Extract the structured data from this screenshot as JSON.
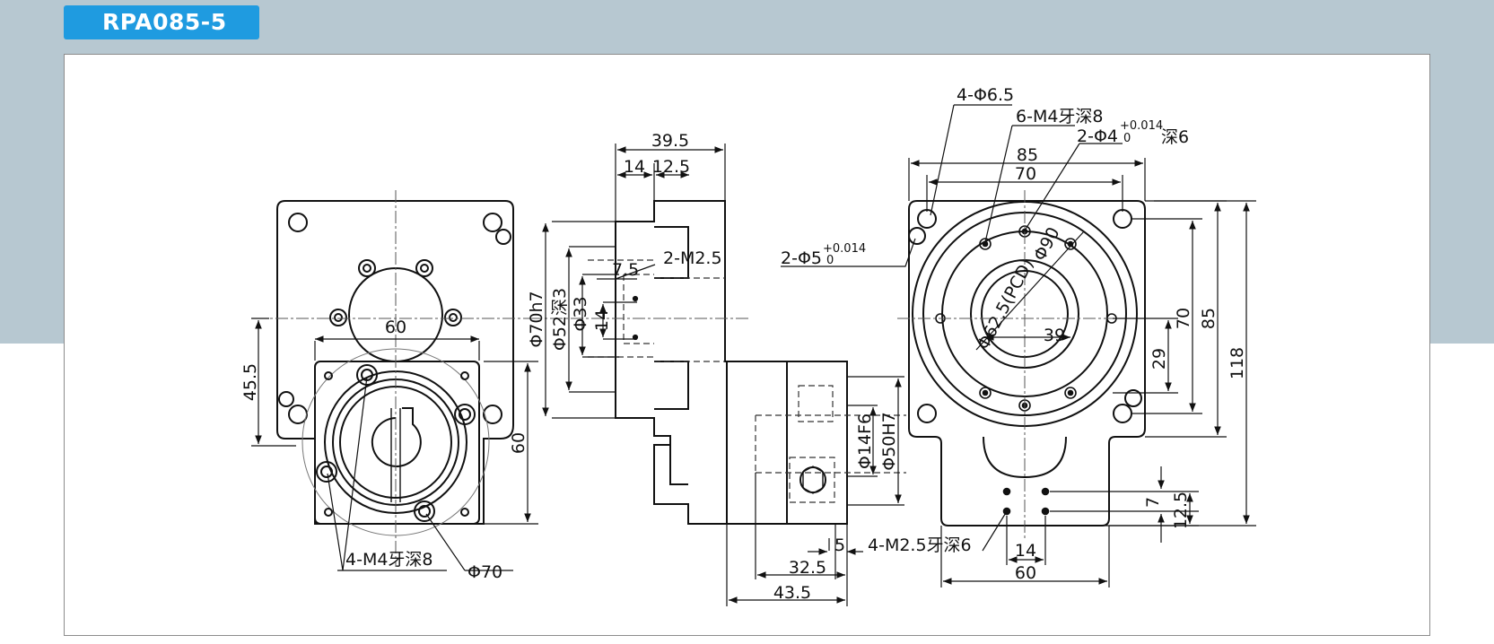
{
  "header": {
    "model": "RPA085-5"
  },
  "colors": {
    "band": "#b7c8d1",
    "tab": "#1f9be0",
    "line": "#111111"
  },
  "front_view": {
    "dim_60_top": "60",
    "dim_45_5": "45.5",
    "dim_60_right": "60",
    "label_tapped_holes": "4-M4牙深8",
    "label_pcd": "Φ70"
  },
  "side_view": {
    "dim_39_5": "39.5",
    "dim_14": "14",
    "dim_12_5": "12.5",
    "dim_7_5": "7.5",
    "label_m2_5": "2-M2.5",
    "dim_d70h7": "Φ70h7",
    "dim_d52": "Φ52深3",
    "dim_d33": "Φ33",
    "dim_14_vert": "14",
    "dim_d14f6": "Φ14F6",
    "dim_d50h7": "Φ50H7",
    "dim_5": "5",
    "dim_32_5": "32.5",
    "dim_43_5": "43.5",
    "label_m2_5_depth": "4-M2.5牙深6"
  },
  "rear_view": {
    "label_4_d6_5": "4-Φ6.5",
    "label_6_m4": "6-M4牙深8",
    "label_2_d4": "2-Φ4",
    "tol_2_d4_upper": "+0.014",
    "tol_2_d4_lower": "0",
    "label_2_d4_depth": "深6",
    "label_2_d5": "2-Φ5",
    "tol_2_d5_upper": "+0.014",
    "tol_2_d5_lower": "0",
    "dim_85_top": "85",
    "dim_70_top": "70",
    "dim_d90": "Φ90",
    "dim_pcd": "Φ62.5(PCD)",
    "dim_39": "39",
    "dim_29": "29",
    "dim_70_right": "70",
    "dim_85_right": "85",
    "dim_118": "118",
    "dim_7": "7",
    "dim_12_5": "12.5",
    "dim_14": "14",
    "dim_60": "60"
  }
}
